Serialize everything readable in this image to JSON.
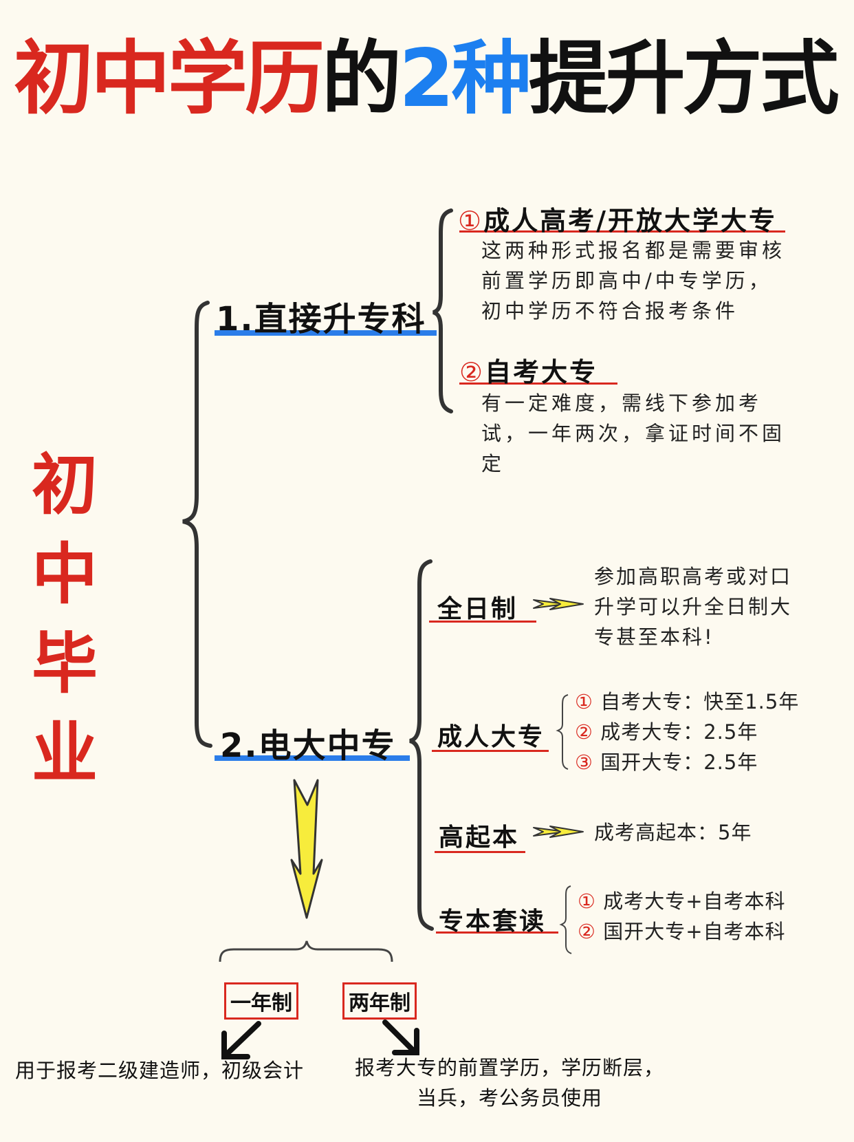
{
  "title": {
    "part1": "初中学历",
    "part2": "的",
    "part3": "2种",
    "part4": "提升方式",
    "color_red": "#d9281f",
    "color_blue": "#1c7ff0",
    "color_black": "#111111"
  },
  "root": {
    "line1": "初中",
    "line2": "毕业"
  },
  "branch1": {
    "label": "1.直接升专科",
    "options": [
      {
        "num": "①",
        "title": "成人高考/开放大学大专",
        "lines": [
          "这两种形式报名都是需要审核",
          "前置学历即高中/中专学历，",
          "初中学历不符合报考条件"
        ]
      },
      {
        "num": "②",
        "title": "自考大专",
        "lines": [
          "有一定难度，需线下参加考",
          "试，一年两次，拿证时间不固",
          "定"
        ]
      }
    ]
  },
  "branch2": {
    "label": "2.电大中专",
    "full_time": {
      "label": "全日制",
      "lines": [
        "参加高职高考或对口",
        "升学可以升全日制大",
        "专甚至本科!"
      ]
    },
    "adult": {
      "label": "成人大专",
      "items": [
        {
          "num": "①",
          "text": "自考大专：快至1.5年"
        },
        {
          "num": "②",
          "text": "成考大专：2.5年"
        },
        {
          "num": "③",
          "text": "国开大专：2.5年"
        }
      ]
    },
    "high_to_bachelor": {
      "label": "高起本",
      "text": "成考高起本：5年"
    },
    "combo": {
      "label": "专本套读",
      "items": [
        {
          "num": "①",
          "text": "成考大专+自考本科"
        },
        {
          "num": "②",
          "text": "国开大专+自考本科"
        }
      ]
    },
    "one_year": {
      "label": "一年制",
      "text": "用于报考二级建造师，初级会计"
    },
    "two_year": {
      "label": "两年制",
      "line1": "报考大专的前置学历，学历断层，",
      "line2": "当兵，考公务员使用"
    }
  },
  "colors": {
    "underline_blue": "#2b7de9",
    "underline_red": "#d9281f",
    "arrow_yellow": "#f7ec3c",
    "bracket": "#333333"
  }
}
